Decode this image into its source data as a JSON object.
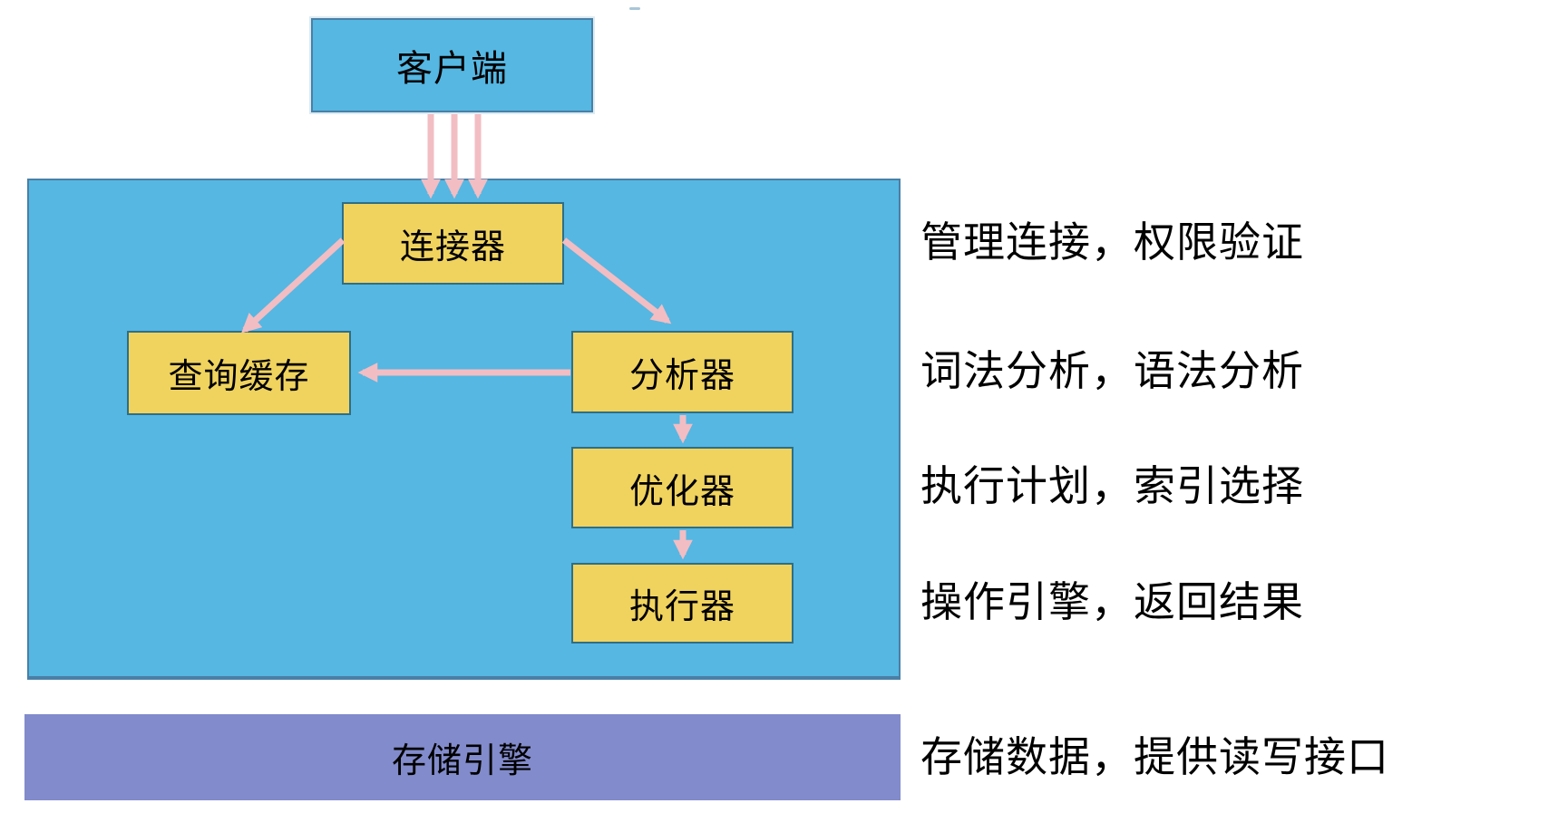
{
  "diagram": {
    "nodes": {
      "client": {
        "label": "客户端"
      },
      "connector": {
        "label": "连接器"
      },
      "query_cache": {
        "label": "查询缓存"
      },
      "analyzer": {
        "label": "分析器"
      },
      "optimizer": {
        "label": "优化器"
      },
      "executor": {
        "label": "执行器"
      },
      "storage_engine": {
        "label": "存储引擎"
      }
    },
    "annotations": [
      {
        "for": "connector",
        "text": "管理连接，权限验证"
      },
      {
        "for": "analyzer",
        "text": "词法分析，语法分析"
      },
      {
        "for": "optimizer",
        "text": "执行计划，索引选择"
      },
      {
        "for": "executor",
        "text": "操作引擎，返回结果"
      },
      {
        "for": "storage_engine",
        "text": "存储数据，提供读写接口"
      }
    ],
    "edges": [
      {
        "from": "client",
        "to": "connector",
        "style": "triple-parallel-arrows"
      },
      {
        "from": "connector",
        "to": "query_cache",
        "style": "diagonal-arrow"
      },
      {
        "from": "connector",
        "to": "analyzer",
        "style": "diagonal-arrow"
      },
      {
        "from": "analyzer",
        "to": "query_cache",
        "style": "horizontal-arrow"
      },
      {
        "from": "analyzer",
        "to": "optimizer",
        "style": "vertical-arrow"
      },
      {
        "from": "optimizer",
        "to": "executor",
        "style": "vertical-arrow"
      }
    ],
    "colors": {
      "box_blue": "#55B7E2",
      "box_blue_border": "#4A7FA6",
      "box_yellow": "#F0D35F",
      "box_yellow_border": "#2F6E85",
      "box_purple": "#828BCB",
      "arrow_pink": "#F2BDC3",
      "text": "#000000",
      "background": "#FFFFFF"
    }
  }
}
